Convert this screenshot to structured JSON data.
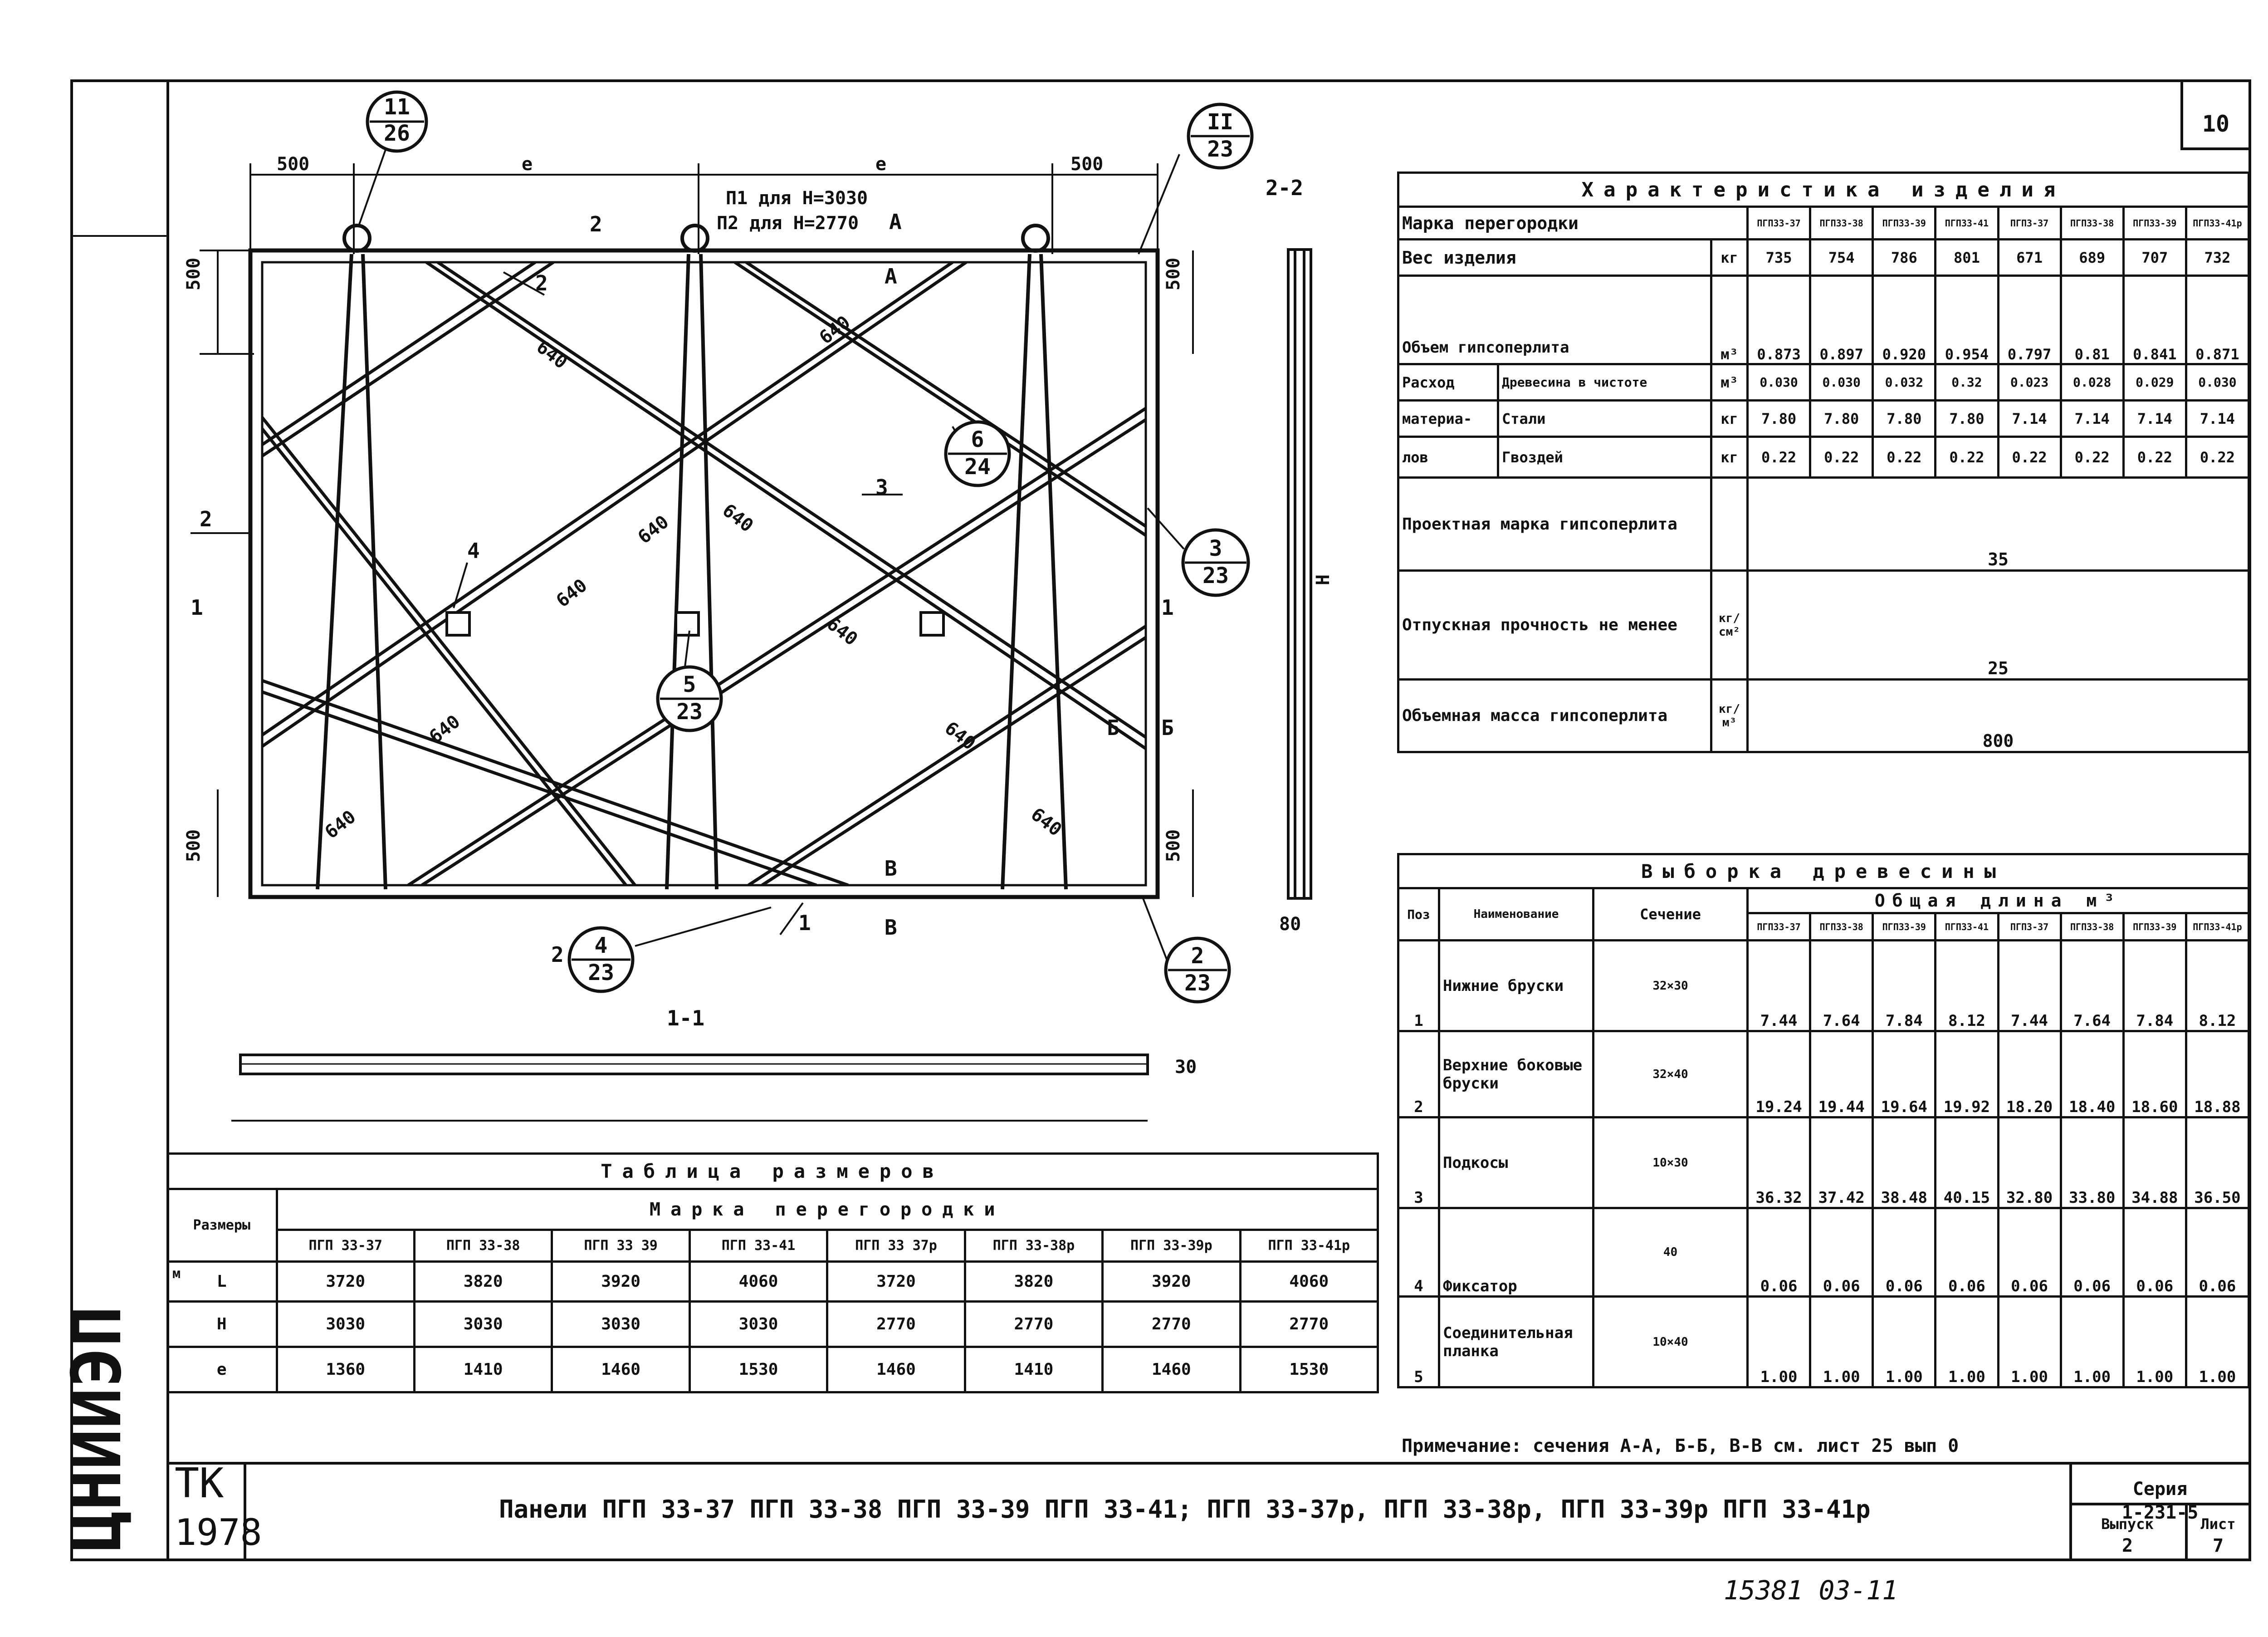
{
  "sheet": {
    "page_number": "10",
    "stamp_org": "ЦНИИЭП",
    "stamp_tk": "ТК",
    "stamp_year": "1978",
    "main_title": "Панели ПГП 33-37 ПГП 33-38 ПГП 33-39 ПГП 33-41; ПГП 33-37р, ПГП 33-38р, ПГП 33-39р ПГП 33-41р",
    "series_label": "Серия",
    "series_value": "1-231-5",
    "issue_label": "Выпуск",
    "issue_value": "2",
    "list_label": "Лист",
    "list_value": "7",
    "bottom_code": "15381 03-11",
    "note": "Примечание: сечения А-А, Б-Б, В-В см. лист 25 вып 0"
  },
  "drawing": {
    "dims_top": [
      "500",
      "е",
      "е",
      "500"
    ],
    "dim_side": "500",
    "dim_diag": "640",
    "dim_h": "Н",
    "dim_80": "80",
    "dim_30": "30",
    "loop_note_1": "П1 для Н=3030",
    "loop_note_2": "П2 для Н=2770",
    "callouts": [
      {
        "top": "11",
        "bottom": "26"
      },
      {
        "top": "II",
        "bottom": "23"
      },
      {
        "top": "6",
        "bottom": "24"
      },
      {
        "top": "3",
        "bottom": "23"
      },
      {
        "top": "5",
        "bottom": "23"
      },
      {
        "top": "4",
        "bottom": "23"
      },
      {
        "top": "2",
        "bottom": "23"
      }
    ],
    "positions": [
      "1",
      "2",
      "3",
      "4"
    ],
    "section_labels": {
      "a": "А",
      "b": "Б",
      "v": "В",
      "one": "1",
      "two": "2"
    },
    "view_2_2": "2-2",
    "view_1_1": "1-1"
  },
  "characteristics": {
    "title": "Характеристика изделия",
    "marks": [
      "ПГП33-37",
      "ПГП33-38",
      "ПГП33-39",
      "ПГП33-41",
      "ПГП3-37",
      "ПГП33-38",
      "ПГП33-39",
      "ПГП33-41р"
    ],
    "rows": [
      {
        "label": "Марка перегородки",
        "unit": "",
        "values": []
      },
      {
        "label": "Вес изделия",
        "unit": "кг",
        "values": [
          "735",
          "754",
          "786",
          "801",
          "671",
          "689",
          "707",
          "732"
        ]
      },
      {
        "label": "Объем гипсоперлита",
        "unit": "м³",
        "values": [
          "0.873",
          "0.897",
          "0.920",
          "0.954",
          "0.797",
          "0.81",
          "0.841",
          "0.871"
        ]
      },
      {
        "group": "Расход",
        "label": "Древесина в чистоте",
        "unit": "м³",
        "values": [
          "0.030",
          "0.030",
          "0.032",
          "0.32",
          "0.023",
          "0.028",
          "0.029",
          "0.030"
        ]
      },
      {
        "group": "материа-",
        "label": "Стали",
        "unit": "кг",
        "values": [
          "7.80",
          "7.80",
          "7.80",
          "7.80",
          "7.14",
          "7.14",
          "7.14",
          "7.14"
        ]
      },
      {
        "group": "лов",
        "label": "Гвоздей",
        "unit": "кг",
        "values": [
          "0.22",
          "0.22",
          "0.22",
          "0.22",
          "0.22",
          "0.22",
          "0.22",
          "0.22"
        ]
      }
    ],
    "merged": [
      {
        "label": "Проектная марка гипсоперлита",
        "unit": "",
        "value": "35"
      },
      {
        "label": "Отпускная прочность не менее",
        "unit": "кг/см²",
        "value": "25"
      },
      {
        "label": "Объемная масса гипсоперлита",
        "unit": "кг/м³",
        "value": "800"
      }
    ]
  },
  "wood": {
    "title": "Выборка древесины",
    "subtitle": "Общая длина м³",
    "headers": {
      "pos": "Поз",
      "name": "Наименование",
      "section": "Сечение"
    },
    "marks": [
      "ПГП33-37",
      "ПГП33-38",
      "ПГП33-39",
      "ПГП33-41",
      "ПГП3-37",
      "ПГП33-38",
      "ПГП33-39",
      "ПГП33-41р"
    ],
    "rows": [
      {
        "pos": "1",
        "name": "Нижние бруски",
        "section": "32×30",
        "values": [
          "7.44",
          "7.64",
          "7.84",
          "8.12",
          "7.44",
          "7.64",
          "7.84",
          "8.12"
        ]
      },
      {
        "pos": "2",
        "name": "Верхние боковые бруски",
        "section": "32×40",
        "values": [
          "19.24",
          "19.44",
          "19.64",
          "19.92",
          "18.20",
          "18.40",
          "18.60",
          "18.88"
        ]
      },
      {
        "pos": "3",
        "name": "Подкосы",
        "section": "10×30",
        "values": [
          "36.32",
          "37.42",
          "38.48",
          "40.15",
          "32.80",
          "33.80",
          "34.88",
          "36.50"
        ]
      },
      {
        "pos": "4",
        "name": "Фиксатор",
        "section": "40",
        "values": [
          "0.06",
          "0.06",
          "0.06",
          "0.06",
          "0.06",
          "0.06",
          "0.06",
          "0.06"
        ]
      },
      {
        "pos": "5",
        "name": "Соединительная планка",
        "section": "10×40",
        "values": [
          "1.00",
          "1.00",
          "1.00",
          "1.00",
          "1.00",
          "1.00",
          "1.00",
          "1.00"
        ]
      }
    ]
  },
  "sizes": {
    "title": "Таблица размеров",
    "row_header": "Размеры",
    "mark_header": "Марка перегородки",
    "m_label": "м",
    "marks": [
      "ПГП 33-37",
      "ПГП 33-38",
      "ПГП 33 39",
      "ПГП 33-41",
      "ПГП 33 37р",
      "ПГП 33-38р",
      "ПГП 33-39р",
      "ПГП 33-41р"
    ],
    "rows": [
      {
        "label": "L",
        "values": [
          "3720",
          "3820",
          "3920",
          "4060",
          "3720",
          "3820",
          "3920",
          "4060"
        ]
      },
      {
        "label": "Н",
        "values": [
          "3030",
          "3030",
          "3030",
          "3030",
          "2770",
          "2770",
          "2770",
          "2770"
        ]
      },
      {
        "label": "е",
        "values": [
          "1360",
          "1410",
          "1460",
          "1530",
          "1460",
          "1410",
          "1460",
          "1530"
        ]
      }
    ]
  }
}
